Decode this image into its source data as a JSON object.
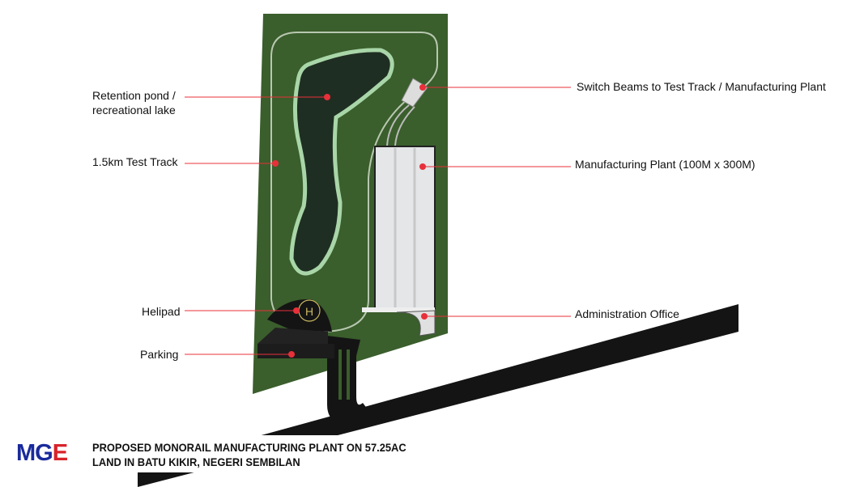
{
  "labels": {
    "pond_line1": "Retention pond /",
    "pond_line2": "recreational lake",
    "test_track": "1.5km Test Track",
    "helipad": "Helipad",
    "parking": "Parking",
    "switch_beams": "Switch Beams to Test Track / Manufacturing Plant",
    "plant": "Manufacturing Plant (100M x 300M)",
    "admin": "Administration Office",
    "helipad_mark": "H"
  },
  "logo": {
    "text_main": "MG",
    "text_accent": "E"
  },
  "title": {
    "line1": "PROPOSED MONORAIL MANUFACTURING PLANT ON 57.25AC",
    "line2": "LAND IN BATU KIKIR, NEGERI SEMBILAN"
  },
  "colors": {
    "land": "#3a5e2c",
    "road": "#141414",
    "leader": "#e8303a",
    "logo_blue": "#1a2a9c",
    "logo_red": "#d8232a"
  }
}
